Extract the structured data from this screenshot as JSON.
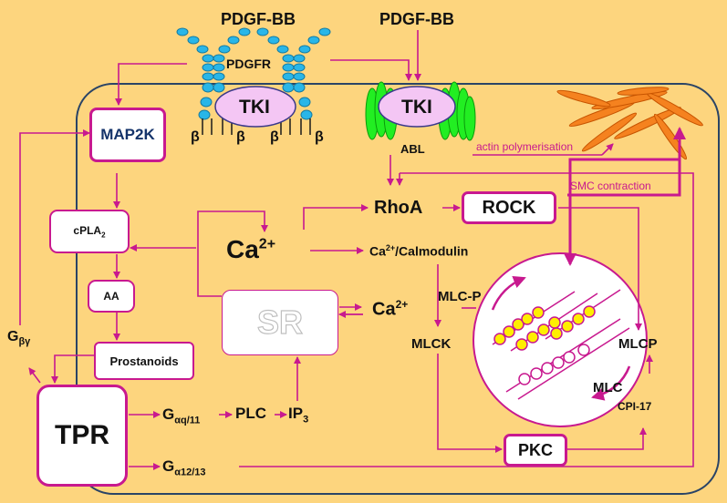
{
  "ligands": {
    "left": "PDGF-BB",
    "right": "PDGF-BB"
  },
  "receptor": {
    "label": "PDGFR",
    "beta": "β"
  },
  "inhibitor": {
    "left": "TKI",
    "right": "TKI"
  },
  "abl": "ABL",
  "annotations": {
    "actin": "actin polymerisation",
    "smc": "SMC contraction"
  },
  "nodes": {
    "map2k": "MAP2K",
    "cpla2": "cPLA",
    "cpla2_sub": "2",
    "aa": "AA",
    "prostanoids": "Prostanoids",
    "tpr": "TPR",
    "gby": "G",
    "gby_sub": "βγ",
    "rhoa": "RhoA",
    "rock": "ROCK",
    "ca_main": "Ca",
    "ca_main_sup": "2+",
    "ca_calm": "Ca",
    "ca_calm_sup": "2+",
    "ca_calm_rest": "/Calmodulin",
    "sr": "SR",
    "ca_sr": "Ca",
    "ca_sr_sup": "2+",
    "mlcp_phos": "MLC-P",
    "mlck": "MLCK",
    "mlcp": "MLCP",
    "mlc": "MLC",
    "cpi17": "CPI-17",
    "gq": "G",
    "gq_sub": "αq/11",
    "plc": "PLC",
    "ip3": "IP",
    "ip3_sub": "3",
    "g1213": "G",
    "g1213_sub": "α12/13",
    "pkc": "PKC"
  },
  "colors": {
    "background": "#fdd57e",
    "arrow": "#c8198f",
    "receptor": "#29b6e8",
    "abl": "#22ee22",
    "tki": "#f4c6f4",
    "actin": "#f5821f",
    "filament_bead": "#ffee00"
  }
}
